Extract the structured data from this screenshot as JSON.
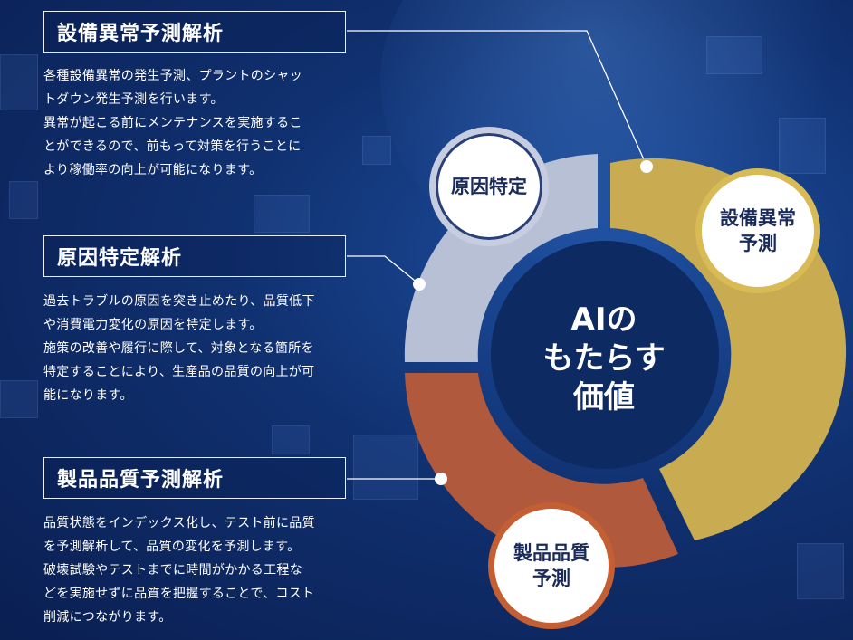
{
  "sections": [
    {
      "title": "設備異常予測解析",
      "desc": "各種設備異常の発生予測、プラントのシャッ\nトダウン発生予測を行います。\n異常が起こる前にメンテナンスを実施するこ\nとができるので、前もって対策を行うことに\nより稼働率の向上が可能になります。"
    },
    {
      "title": "原因特定解析",
      "desc": "過去トラブルの原因を突き止めたり、品質低下\nや消費電力変化の原因を特定します。\n施策の改善や履行に際して、対象となる箇所を\n特定することにより、生産品の品質の向上が可\n能になります。"
    },
    {
      "title": "製品品質予測解析",
      "desc": "品質状態をインデックス化し、テスト前に品質\nを予測解析して、品質の変化を予測します。\n破壊試験やテストまでに時間がかかる工程な\nどを実施せずに品質を把握することで、コスト\n削減につながります。"
    }
  ],
  "center": {
    "line1": "AIの",
    "line2": "もたらす",
    "line3": "価値"
  },
  "badges": {
    "genin": "原因特定",
    "setsubi": "設備異常\n予測",
    "seihin": "製品品質\n予測"
  },
  "colors": {
    "gold": "#c9ac52",
    "copper": "#b0593c",
    "gray": "#b7c0d4",
    "navy": "#0d2a63"
  }
}
